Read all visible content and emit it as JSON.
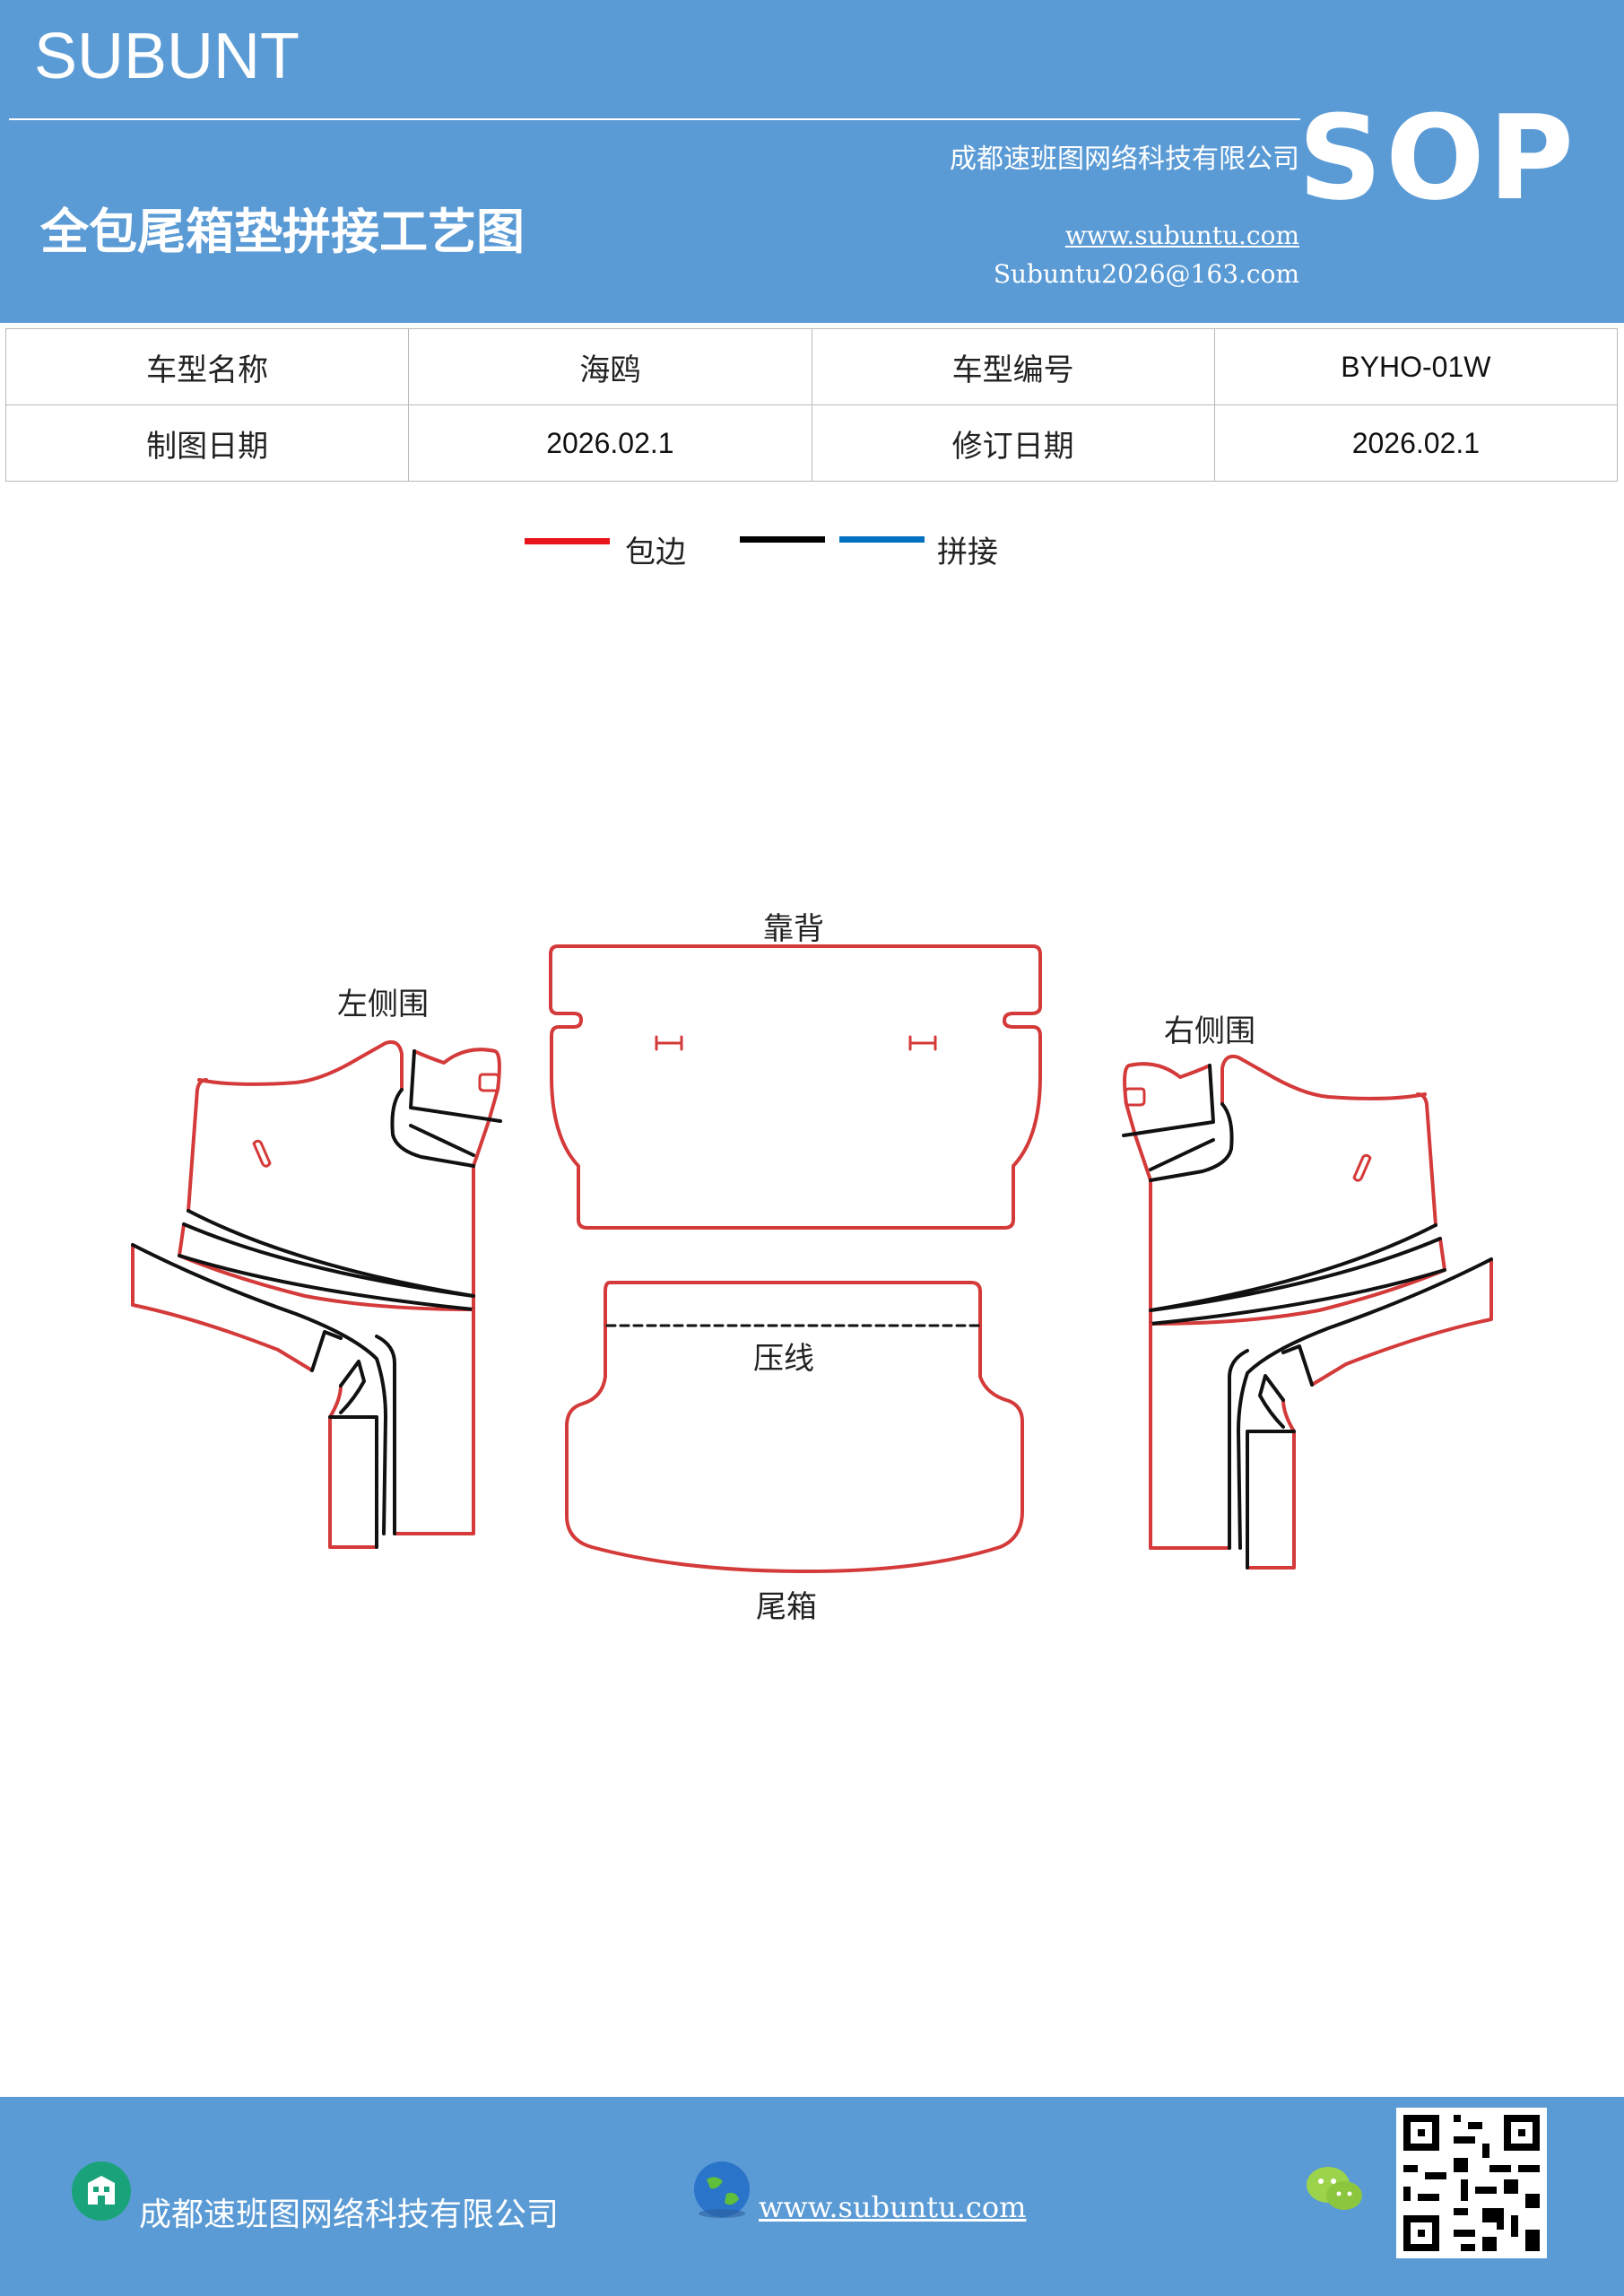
{
  "header": {
    "brand": "SUBUNT",
    "company": "成都速班图网络科技有限公司",
    "title": "全包尾箱垫拼接工艺图",
    "website": "www.subuntu.com",
    "email": "Subuntu2026@163.com",
    "badge": "SOP"
  },
  "info_table": {
    "row1": {
      "label1": "车型名称",
      "value1": "海鸥",
      "label2": "车型编号",
      "value2": "BYHO-01W"
    },
    "row2": {
      "label1": "制图日期",
      "value1": "2026.02.1",
      "label2": "修订日期",
      "value2": "2026.02.1"
    }
  },
  "legend": {
    "edge_label": "包边",
    "seam_label": "拼接",
    "colors": {
      "edge": "#e8141b",
      "black": "#000000",
      "seam": "#0070c0"
    }
  },
  "diagram": {
    "backrest": "靠背",
    "left_panel": "左侧围",
    "right_panel": "右侧围",
    "press_line": "压线",
    "trunk": "尾箱",
    "colors": {
      "outline": "#d43a3a",
      "seam": "#111111"
    }
  },
  "footer": {
    "company": "成都速班图网络科技有限公司",
    "website": "www.subuntu.com"
  },
  "icons": [
    "building-icon",
    "globe-icon",
    "wechat-icon",
    "qr-code-icon"
  ]
}
